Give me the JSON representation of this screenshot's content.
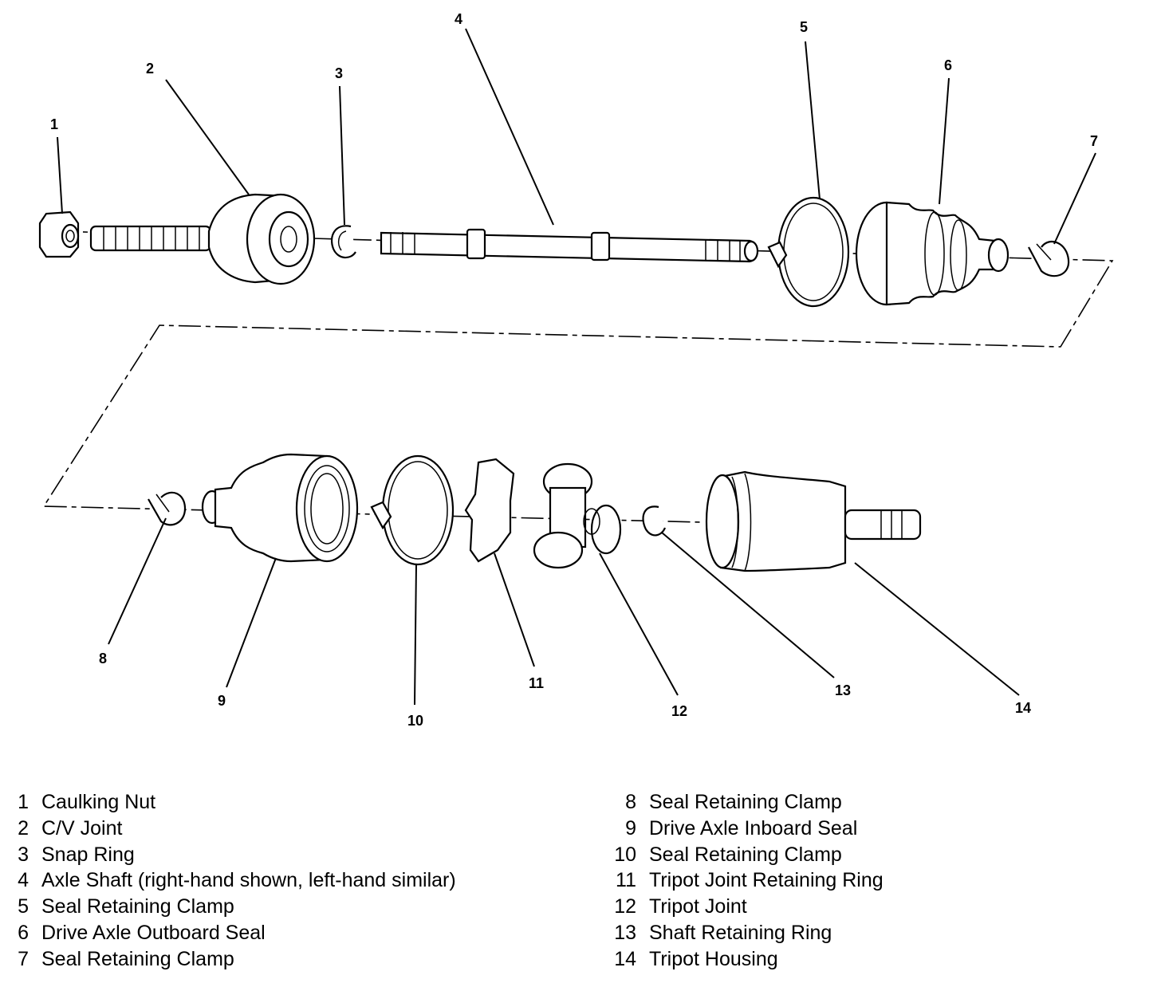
{
  "callouts": [
    "1",
    "2",
    "3",
    "4",
    "5",
    "6",
    "7",
    "8",
    "9",
    "10",
    "11",
    "12",
    "13",
    "14"
  ],
  "legend": [
    {
      "num": "1",
      "label": "Caulking Nut"
    },
    {
      "num": "2",
      "label": "C/V Joint"
    },
    {
      "num": "3",
      "label": "Snap Ring"
    },
    {
      "num": "4",
      "label": "Axle Shaft (right-hand shown, left-hand similar)"
    },
    {
      "num": "5",
      "label": "Seal Retaining Clamp"
    },
    {
      "num": "6",
      "label": "Drive Axle Outboard Seal"
    },
    {
      "num": "7",
      "label": "Seal Retaining Clamp"
    },
    {
      "num": "8",
      "label": "Seal Retaining Clamp"
    },
    {
      "num": "9",
      "label": "Drive Axle Inboard Seal"
    },
    {
      "num": "10",
      "label": "Seal Retaining Clamp"
    },
    {
      "num": "11",
      "label": "Tripot Joint Retaining Ring"
    },
    {
      "num": "12",
      "label": "Tripot Joint"
    },
    {
      "num": "13",
      "label": "Shaft Retaining Ring"
    },
    {
      "num": "14",
      "label": "Tripot Housing"
    }
  ]
}
